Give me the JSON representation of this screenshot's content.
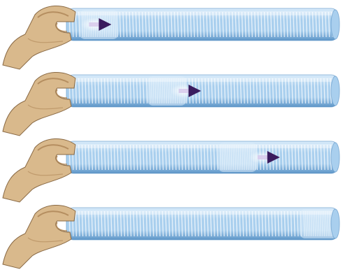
{
  "panels": [
    {
      "pulse_position": 0.14,
      "compression_position": 0.12
    },
    {
      "pulse_position": 0.47,
      "compression_position": 0.37
    },
    {
      "pulse_position": 0.76,
      "compression_position": 0.63
    },
    {
      "pulse_position": null,
      "compression_position": 0.93
    }
  ],
  "colors": {
    "tube_fill": "#a9cfee",
    "tube_light": "#d8ebfa",
    "tube_dark": "#5d95c7",
    "coil_line": "#ffffff",
    "hand_skin": "#d9b98c",
    "hand_shadow": "#b58e60",
    "hand_outline": "#8a6a45",
    "arrow_dark": "#3a1c5e",
    "arrow_glow": "#d4c6ea"
  },
  "icons": {
    "hand": "hand-icon",
    "arrow": "pulse-arrow-icon"
  }
}
